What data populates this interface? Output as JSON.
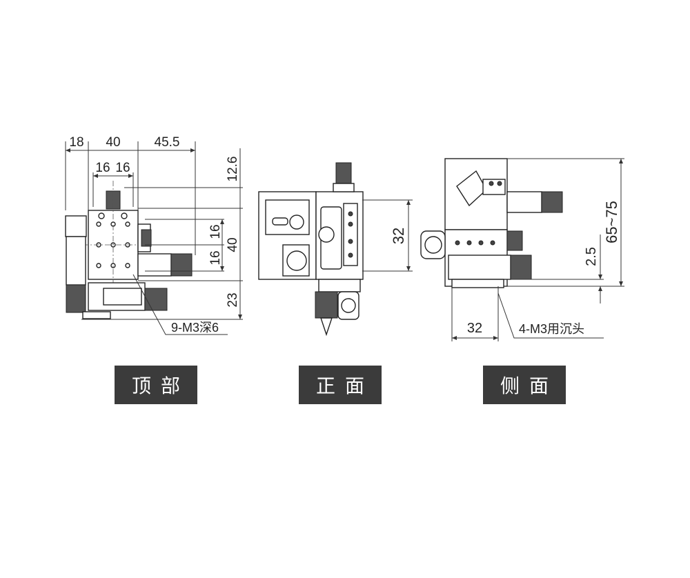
{
  "top_view": {
    "label": "顶部",
    "dimensions": {
      "d18": "18",
      "d40_top": "40",
      "d45_5": "45.5",
      "d16_a": "16",
      "d16_b": "16",
      "d12_6": "12.6",
      "d16_c": "16",
      "d16_d": "16",
      "d40_right": "40",
      "d23": "23"
    },
    "callout": "9-M3深6"
  },
  "front_view": {
    "label": "正面",
    "dimensions": {
      "d32": "32"
    }
  },
  "side_view": {
    "label": "侧面",
    "dimensions": {
      "d65_75": "65~75",
      "d2_5": "2.5",
      "d32_bottom": "32"
    },
    "callout": "4-M3用沉头"
  },
  "colors": {
    "label_bg": "#3b3b3b",
    "label_text": "#ffffff",
    "line": "#333333"
  }
}
